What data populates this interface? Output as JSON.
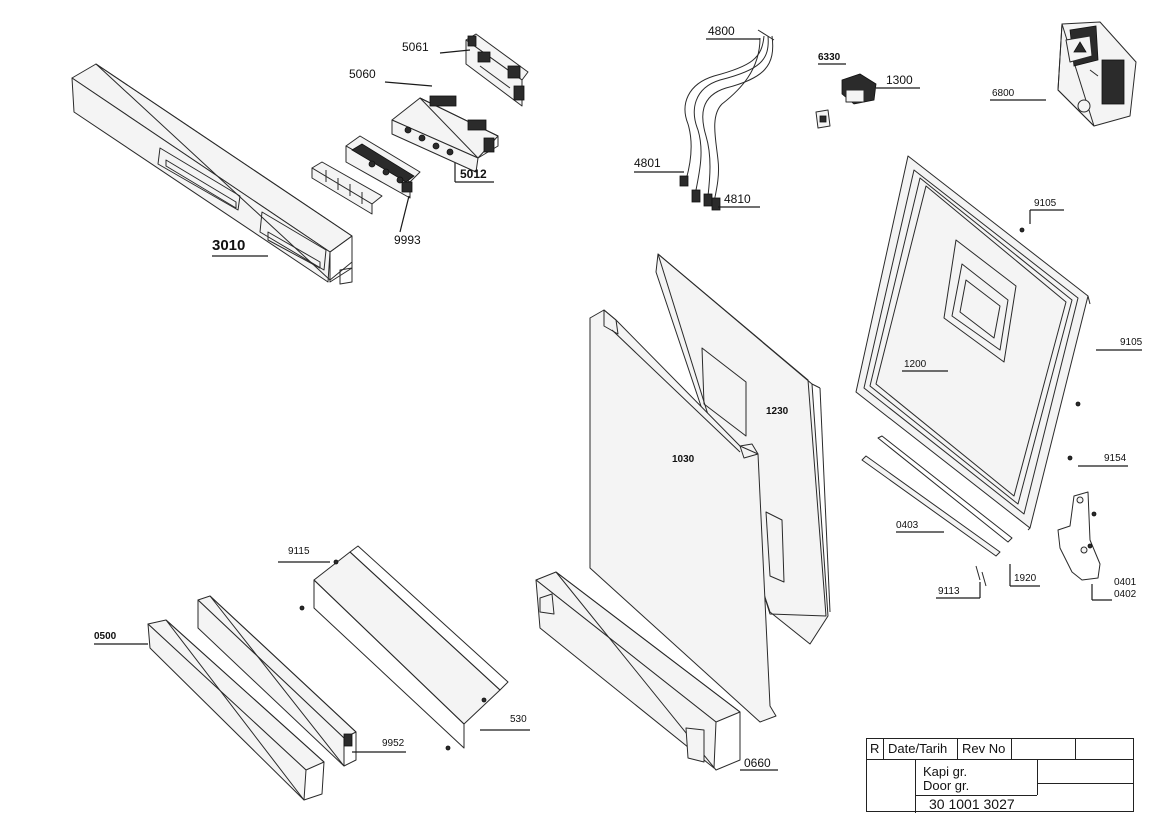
{
  "labels": {
    "p5061": "5061",
    "p5060": "5060",
    "p5012": "5012",
    "p9993": "9993",
    "p3010": "3010",
    "p4800": "4800",
    "p4801": "4801",
    "p4810": "4810",
    "p6330": "6330",
    "p1300": "1300",
    "p6800": "6800",
    "p9105a": "9105",
    "p9105b": "9105",
    "p1200": "1200",
    "p1230": "1230",
    "p1030": "1030",
    "p9154": "9154",
    "p0403": "0403",
    "p1920": "1920",
    "p9113": "9113",
    "p0401": "0401",
    "p0402": "0402",
    "p9115": "9115",
    "p0500": "0500",
    "p9952": "9952",
    "p530": "530",
    "p0660": "0660"
  },
  "title_block": {
    "col_r": "R",
    "col_date": "Date/Tarih",
    "col_rev": "Rev No",
    "name_tr": "Kapi gr.",
    "name_en": "Door gr.",
    "doc_number": "30 1001 3027"
  }
}
